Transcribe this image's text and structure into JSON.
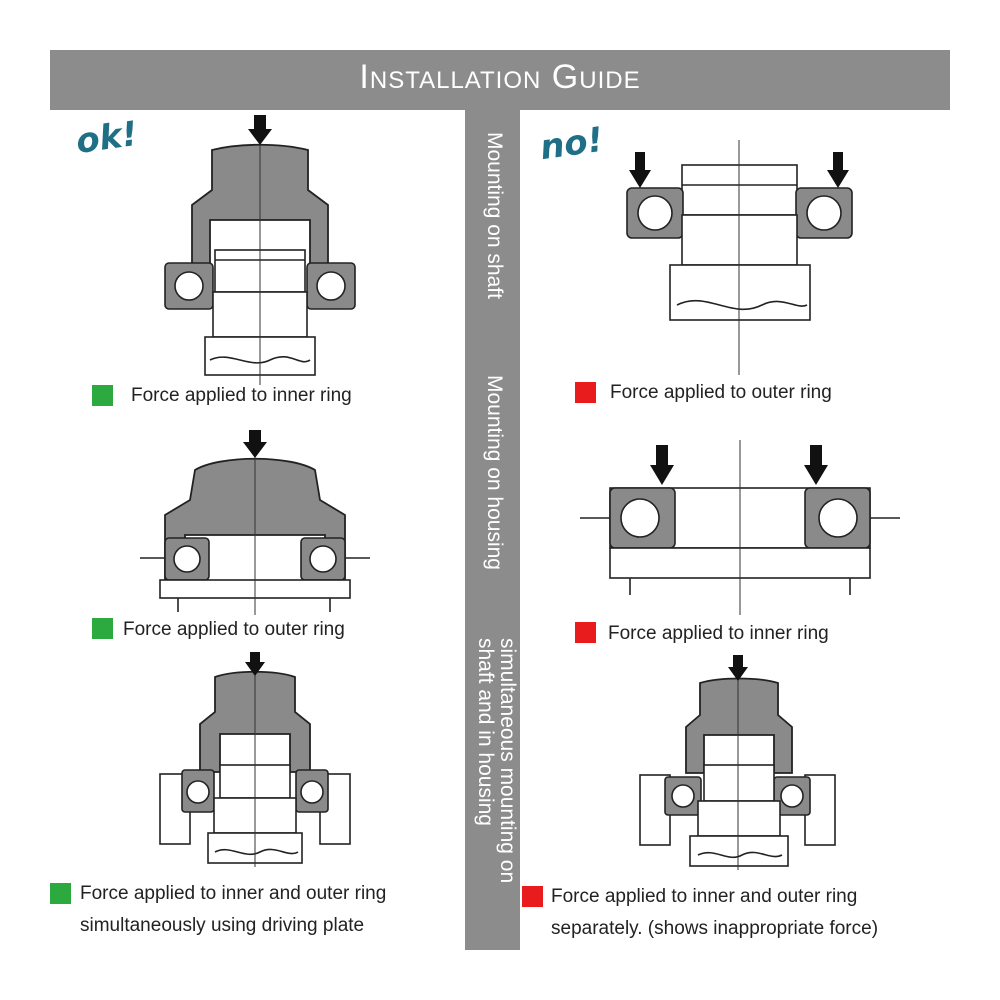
{
  "header": {
    "title": "Installation Guide"
  },
  "labels": {
    "ok": "ok!",
    "no": "no!"
  },
  "vertical": {
    "shaft": "Mounting on shaft",
    "housing": "Mounting on housing",
    "simul_1": "simultaneous mounting on",
    "simul_2": "shaft and in housing"
  },
  "captions": {
    "ok_1": "Force applied to inner ring",
    "ok_2": "Force applied to outer ring",
    "ok_3a": "Force applied to inner and outer ring",
    "ok_3b": "simultaneously using driving plate",
    "no_1": "Force applied to outer ring",
    "no_2": "Force applied to inner ring",
    "no_3a": "Force applied to inner and outer ring",
    "no_3b": "separately. (shows inappropriate force)"
  },
  "colors": {
    "header": "#8c8c8c",
    "ok": "#2daa3f",
    "no": "#e81c1c",
    "handwriting": "#1f6f86"
  }
}
